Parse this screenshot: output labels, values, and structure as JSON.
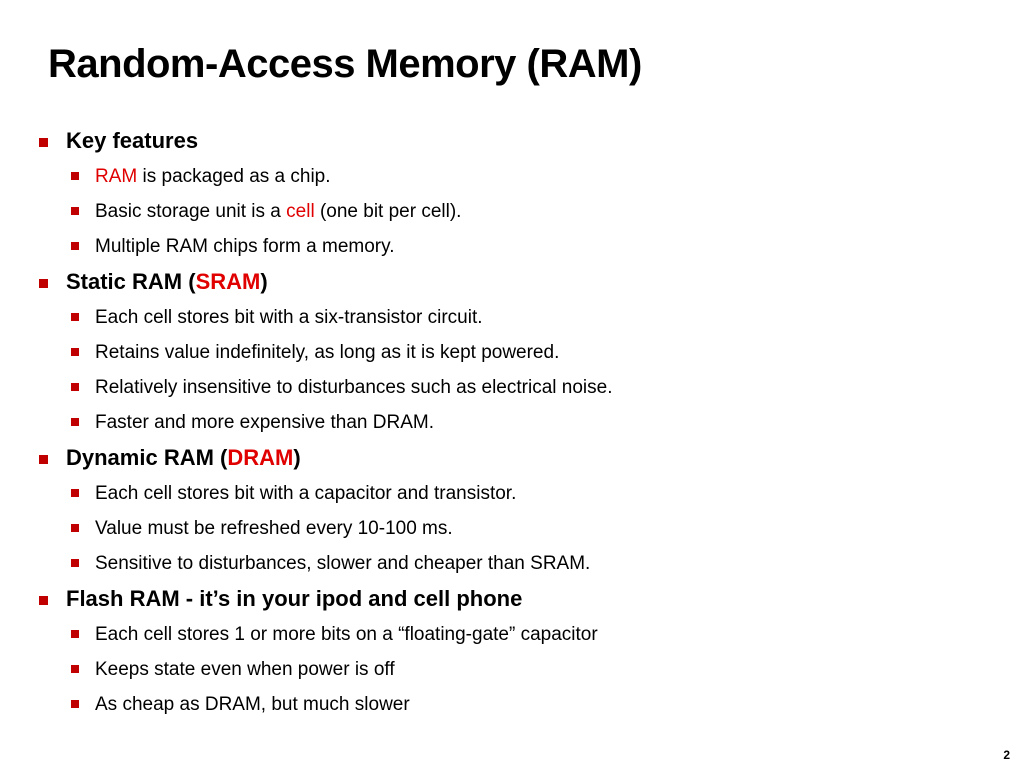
{
  "title": "Random-Access Memory (RAM)",
  "sections": [
    {
      "head": {
        "before": "Key features",
        "highlight": "",
        "after": ""
      },
      "items": [
        {
          "before": "",
          "highlight": "RAM",
          "after": " is packaged as a chip."
        },
        {
          "before": "Basic storage unit is a ",
          "highlight": "cell",
          "after": " (one bit per cell)."
        },
        {
          "before": "Multiple RAM chips form a memory.",
          "highlight": "",
          "after": ""
        }
      ]
    },
    {
      "head": {
        "before": "Static RAM (",
        "highlight": "SRAM",
        "after": ")"
      },
      "items": [
        {
          "before": "Each cell stores bit with a six-transistor circuit.",
          "highlight": "",
          "after": ""
        },
        {
          "before": "Retains value indefinitely, as long as it is kept powered.",
          "highlight": "",
          "after": ""
        },
        {
          "before": "Relatively insensitive to disturbances such as electrical noise.",
          "highlight": "",
          "after": ""
        },
        {
          "before": "Faster and more expensive than DRAM.",
          "highlight": "",
          "after": ""
        }
      ]
    },
    {
      "head": {
        "before": "Dynamic RAM (",
        "highlight": "DRAM",
        "after": ")"
      },
      "items": [
        {
          "before": "Each cell stores bit with a capacitor and transistor.",
          "highlight": "",
          "after": ""
        },
        {
          "before": "Value must be refreshed every 10-100 ms.",
          "highlight": "",
          "after": ""
        },
        {
          "before": "Sensitive to disturbances, slower and cheaper than SRAM.",
          "highlight": "",
          "after": ""
        }
      ]
    },
    {
      "head": {
        "before": "Flash RAM - it’s in your ipod and cell phone",
        "highlight": "",
        "after": ""
      },
      "items": [
        {
          "before": "Each cell stores 1 or more bits on a “floating-gate” capacitor",
          "highlight": "",
          "after": ""
        },
        {
          "before": "Keeps state even when power is off",
          "highlight": "",
          "after": ""
        },
        {
          "before": "As cheap as DRAM, but much slower",
          "highlight": "",
          "after": ""
        }
      ]
    }
  ],
  "page_number": "2",
  "colors": {
    "accent_red": "#e00000",
    "bullet_red": "#c00000",
    "text": "#000000",
    "background": "#ffffff"
  }
}
